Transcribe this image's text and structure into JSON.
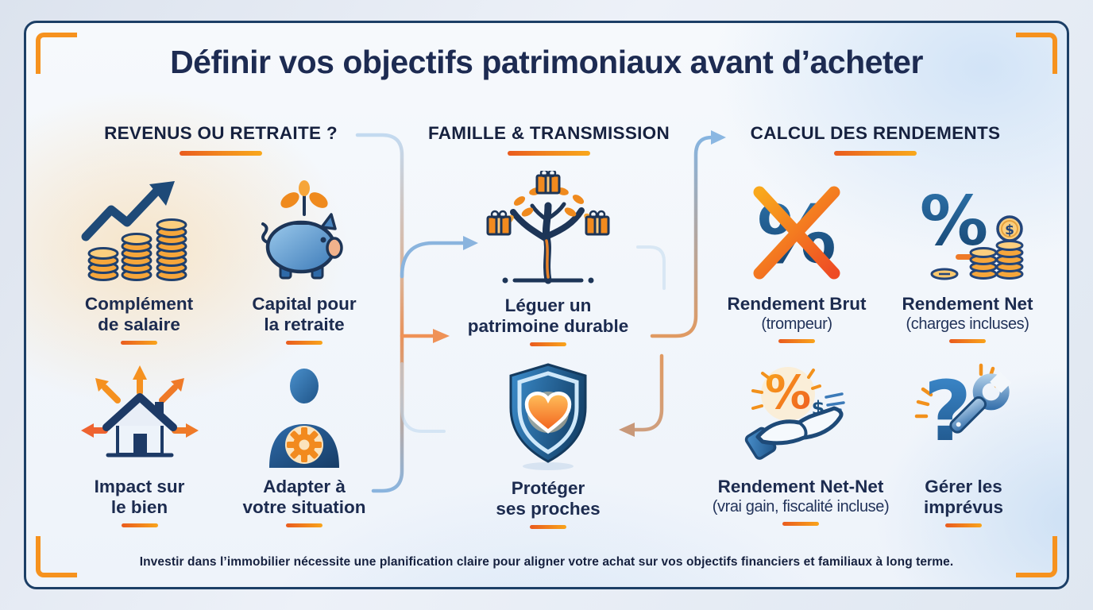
{
  "title": "Définir vos objectifs patrimoniaux avant d’acheter",
  "columns": [
    {
      "header": "REVENUS OU RETRAITE ?",
      "items": [
        {
          "icon": "coins-growth-icon",
          "label": "Complément\nde salaire"
        },
        {
          "icon": "piggy-bank-icon",
          "label": "Capital pour\nla retraite"
        },
        {
          "icon": "house-arrows-icon",
          "label": "Impact sur\nle bien"
        },
        {
          "icon": "person-gear-icon",
          "label": "Adapter à\nvotre situation"
        }
      ]
    },
    {
      "header": "FAMILLE & TRANSMISSION",
      "items": [
        {
          "icon": "gift-tree-icon",
          "label": "Léguer un\npatrimoine durable"
        },
        {
          "icon": "shield-heart-icon",
          "label": "Protéger\nses proches"
        }
      ]
    },
    {
      "header": "CALCUL DES RENDEMENTS",
      "items": [
        {
          "icon": "percent-crossed-icon",
          "label": "Rendement Brut",
          "sublabel": "(trompeur)"
        },
        {
          "icon": "percent-coins-icon",
          "label": "Rendement Net",
          "sublabel": "(charges incluses)"
        },
        {
          "icon": "hand-percent-icon",
          "label": "Rendement Net-Net",
          "sublabel": "(vrai gain, fiscalité incluse)"
        },
        {
          "icon": "question-wrench-icon",
          "label": "Gérer les\nimprévus"
        }
      ]
    }
  ],
  "footer_note": "Investir dans l’immobilier nécessite une planification claire pour aligner votre achat sur vos objectifs financiers et familiaux à long terme.",
  "colors": {
    "navy": "#1d2b4f",
    "accent_orange": "#f28a1e",
    "accent_orange_deep": "#ee5e2e",
    "arrow_blue": "#85b4de",
    "panel_border": "#1c3f66"
  }
}
